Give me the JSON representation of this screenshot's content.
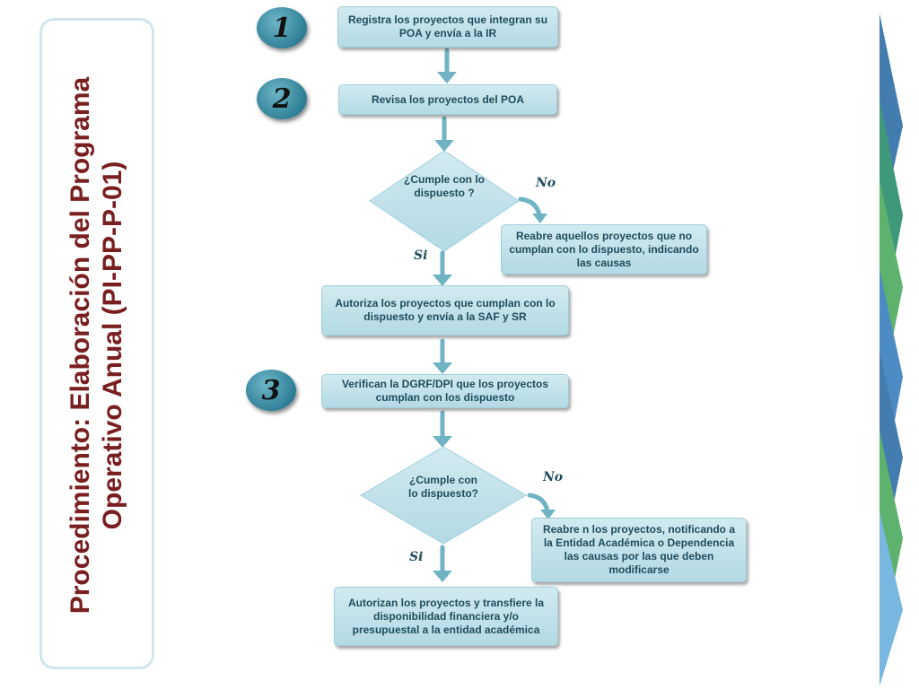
{
  "title": {
    "line1": "Procedimiento: Elaboración del Programa",
    "line2": "Operativo Anual (PI-PP-P-01)"
  },
  "steps": {
    "s1": "1",
    "s2": "2",
    "s3": "3"
  },
  "boxes": {
    "b1": "Registra los proyectos que integran su POA y envía a la IR",
    "b2": "Revisa los proyectos del POA",
    "b3": "Reabre aquellos proyectos que no cumplan con lo dispuesto, indicando las causas",
    "b4": "Autoriza los proyectos que cumplan con lo dispuesto y envía a la SAF y SR",
    "b5": "Verifican la DGRF/DPI que los proyectos cumplan con los dispuesto",
    "b6": "Reabre n los proyectos, notificando  a la Entidad Académica o Dependencia las causas por las que deben modificarse",
    "b7": "Autorizan los proyectos y transfiere la disponibilidad  financiera y/o presupuestal a la entidad académica"
  },
  "decisions": {
    "d1": "¿Cumple con lo dispuesto ?",
    "d2": "¿Cumple con lo dispuesto?"
  },
  "labels": {
    "no1": "No",
    "si1": "Si",
    "no2": "No",
    "si2": "Si"
  },
  "colors": {
    "accent": "#2e7f96",
    "title": "#7a1f1f",
    "box": "#c4e3ea",
    "arrow": "#6fb3c4"
  }
}
